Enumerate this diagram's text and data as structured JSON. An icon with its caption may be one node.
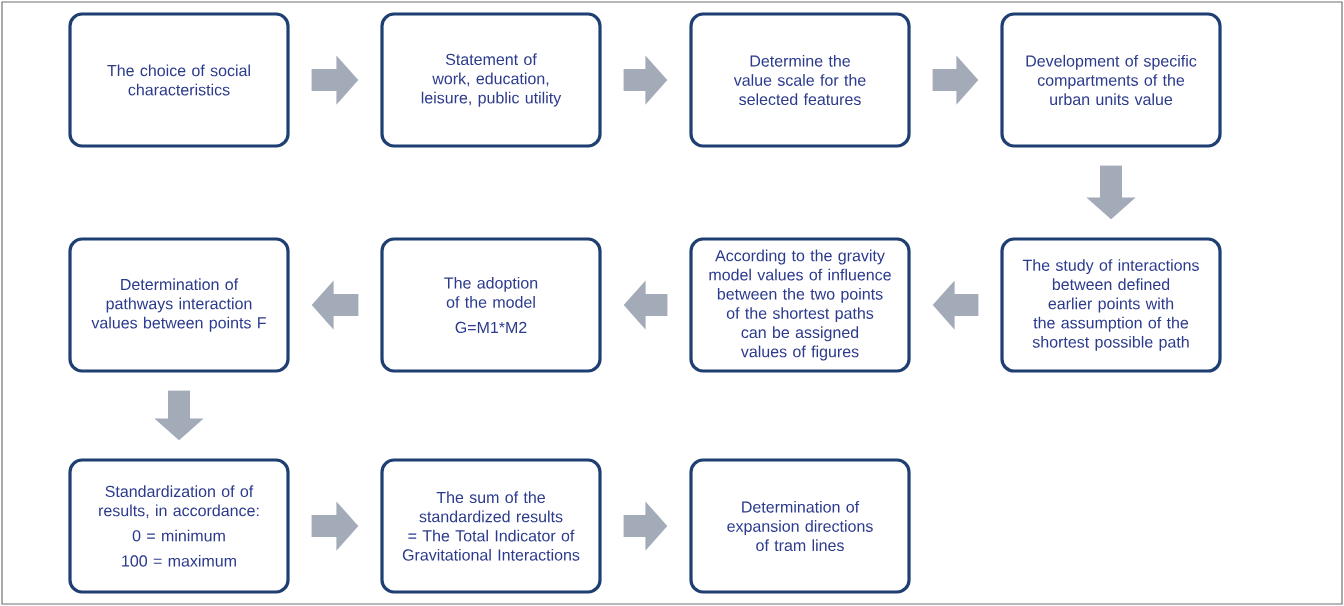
{
  "diagram": {
    "nodes": [
      {
        "text": [
          "The choice of social characteristics"
        ]
      },
      {
        "text": [
          "Statement of work, education, leisure, public utility"
        ]
      },
      {
        "text": [
          "Determine the value scale for the selected features"
        ]
      },
      {
        "text": [
          "Development of specific compartments of the urban units value"
        ]
      },
      {
        "text": [
          "Determination of pathways interaction values between points F"
        ]
      },
      {
        "text": [
          "The adoption of the model",
          "G=M1*M2"
        ]
      },
      {
        "text": [
          "According to the gravity model values of influence between the two points of the shortest paths can be assigned values of figures"
        ]
      },
      {
        "text": [
          "The study of interactions between defined earlier points with the assumption of the shortest possible path"
        ]
      },
      {
        "text": [
          "Standardization of of results, in accordance:",
          "0 = minimum",
          "100 = maximum"
        ]
      },
      {
        "text": [
          "The sum of the standardized results = The Total Indicator of Gravitational Interactions"
        ]
      },
      {
        "text": [
          "Determination of expansion directions of tram lines"
        ]
      }
    ],
    "edges": [
      {
        "from": 0,
        "to": 1,
        "arrow": "to"
      },
      {
        "from": 1,
        "to": 2,
        "arrow": "to"
      },
      {
        "from": 2,
        "to": 3,
        "arrow": "to"
      },
      {
        "from": 3,
        "to": 7,
        "arrow": "to"
      },
      {
        "from": 7,
        "to": 6,
        "arrow": "to"
      },
      {
        "from": 6,
        "to": 5,
        "arrow": "to"
      },
      {
        "from": 5,
        "to": 4,
        "arrow": "to"
      },
      {
        "from": 4,
        "to": 8,
        "arrow": "to"
      },
      {
        "from": 8,
        "to": 9,
        "arrow": "to"
      },
      {
        "from": 9,
        "to": 10,
        "arrow": "to"
      }
    ]
  }
}
